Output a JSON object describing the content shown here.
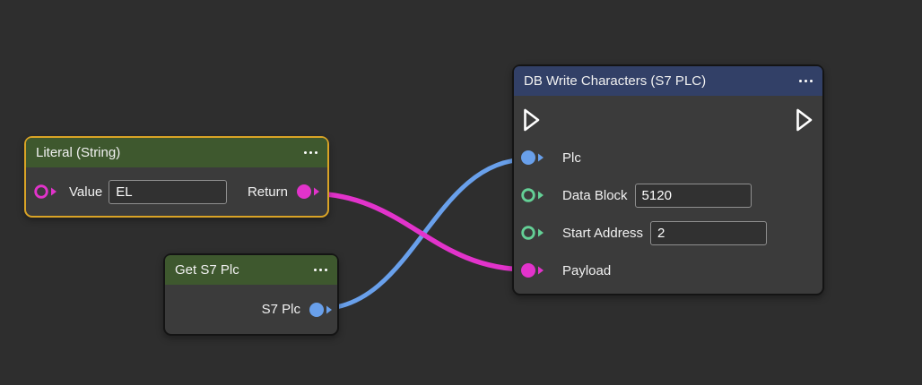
{
  "colors": {
    "background": "#2e2e2e",
    "node_body": "#3b3b3b",
    "node_border": "#141414",
    "selected_border": "#d9a326",
    "header_green": "#3e582e",
    "header_blue": "#324067",
    "port_magenta": "#e233cb",
    "port_blue": "#69a0eb",
    "port_green": "#64d096",
    "flow_port": "#ffffff",
    "wire_blue": "#69a0eb",
    "wire_magenta": "#e233cb"
  },
  "nodes": {
    "literal": {
      "title": "Literal (String)",
      "value_label": "Value",
      "value": "EL",
      "return_label": "Return"
    },
    "get_plc": {
      "title": "Get S7 Plc",
      "output_label": "S7 Plc"
    },
    "db_write": {
      "title": "DB Write Characters (S7 PLC)",
      "plc_label": "Plc",
      "data_block_label": "Data Block",
      "data_block_value": "5120",
      "start_address_label": "Start Address",
      "start_address_value": "2",
      "payload_label": "Payload"
    }
  }
}
